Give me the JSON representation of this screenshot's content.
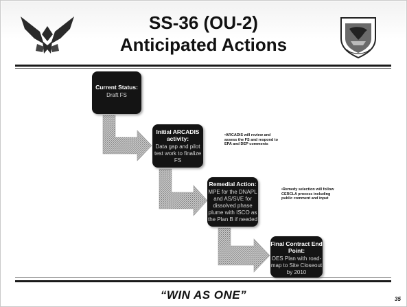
{
  "slide": {
    "title_line1": "SS-36 (OU-2)",
    "title_line2": "Anticipated Actions",
    "motto": "“WIN AS ONE”",
    "page_number": "35"
  },
  "logos": {
    "left": "air-force-symbol",
    "right": "command-shield-emblem"
  },
  "steps": [
    {
      "heading": "Current Status:",
      "body": "Draft FS"
    },
    {
      "heading": "Initial ARCADIS activity:",
      "body": "Data gap and pilot test work to finalize FS"
    },
    {
      "heading": "Remedial Action:",
      "body": "MPE for the DNAPL and AS/SVE for dissolved phase plume with ISCO as the Plan B if needed"
    },
    {
      "heading": "Final Contract End Point:",
      "body": "OES Plan with road-map to Site Closeout by 2010"
    }
  ],
  "notes": [
    {
      "text": "•ARCADIS will review and assess the FS and respond to EPA and DEP comments"
    },
    {
      "text": "•Remedy selection will follow CERCLA process including public comment and input"
    }
  ],
  "colors": {
    "box_fill": "#141414",
    "arrow_fill": "#b5b5b5",
    "rule": "#1a1a1a"
  }
}
